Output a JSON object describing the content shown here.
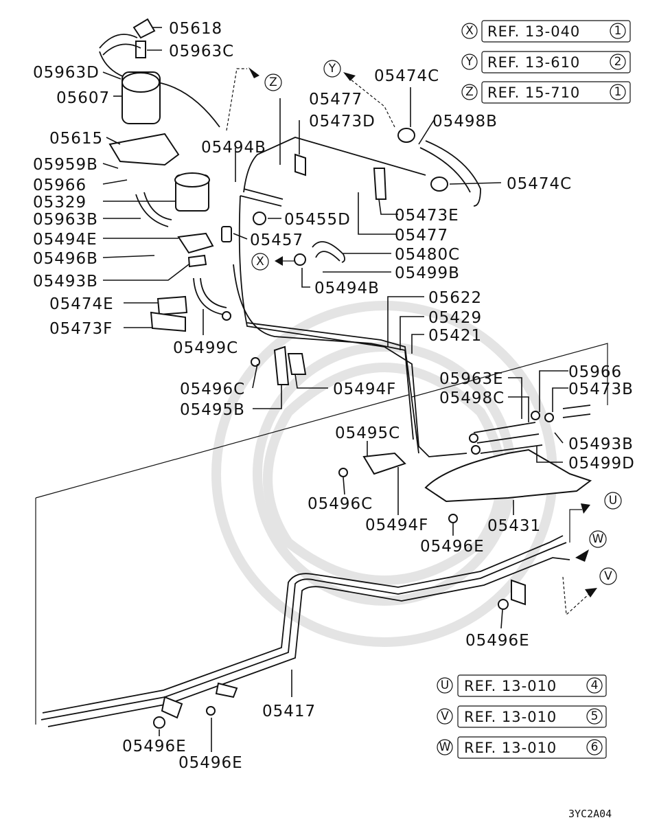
{
  "diagram_code": "3YC2A04",
  "callouts": [
    {
      "id": "X",
      "ref": "REF. 13-040",
      "num": "1"
    },
    {
      "id": "Y",
      "ref": "REF. 13-610",
      "num": "2"
    },
    {
      "id": "Z",
      "ref": "REF. 15-710",
      "num": "1"
    },
    {
      "id": "U",
      "ref": "REF. 13-010",
      "num": "4"
    },
    {
      "id": "V",
      "ref": "REF. 13-010",
      "num": "5"
    },
    {
      "id": "W",
      "ref": "REF. 13-010",
      "num": "6"
    }
  ],
  "arrow_markers": [
    "Z",
    "Y",
    "X",
    "U",
    "W",
    "V"
  ],
  "labels": [
    "05618",
    "05963C",
    "05963D",
    "05607",
    "05615",
    "05959B",
    "05966",
    "05329",
    "05963B",
    "05494E",
    "05496B",
    "05493B",
    "05474E",
    "05473F",
    "05499C",
    "05496C",
    "05495B",
    "05494F",
    "05477",
    "05473D",
    "05494B",
    "05474C",
    "05498B",
    "05474C",
    "05473E",
    "05455D",
    "05477",
    "05457",
    "05480C",
    "05499B",
    "05494B",
    "05622",
    "05429",
    "05421",
    "05966",
    "05963E",
    "05473B",
    "05498C",
    "05493B",
    "05499D",
    "05495C",
    "05496C",
    "05494F",
    "05431",
    "05496E",
    "05496E",
    "05417",
    "05496E",
    "05496E"
  ]
}
